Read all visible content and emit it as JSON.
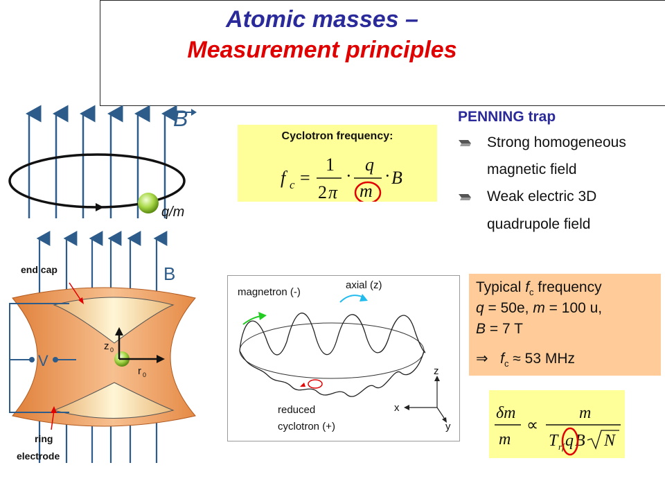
{
  "title": {
    "line1": "Atomic masses –",
    "line2": "Measurement principles"
  },
  "field_diagram": {
    "field_label": "B",
    "particle_label": "q/m"
  },
  "cyclotron": {
    "label": "Cyclotron frequency:"
  },
  "penning": {
    "title": "PENNING trap",
    "bullets": [
      {
        "line1": "Strong homogeneous",
        "line2": "magnetic field"
      },
      {
        "line1": "Weak electric 3D",
        "line2": "quadrupole field"
      }
    ]
  },
  "trap_diagram": {
    "end_cap_label": "end cap",
    "ring_line1": "ring",
    "ring_line2": "electrode",
    "field_label": "B",
    "voltage_label": "V",
    "z0": "z",
    "r0": "r",
    "sub0": "0"
  },
  "motion_diagram": {
    "magnetron": "magnetron (-)",
    "axial": "axial (z)",
    "reduced_line1": "reduced",
    "reduced_line2": "cyclotron (+)",
    "axis_z": "z",
    "axis_x": "x",
    "axis_y": "y"
  },
  "typical": {
    "heading_pre": "Typical ",
    "heading_f": "f",
    "heading_sub": "c",
    "heading_post": " frequency",
    "q_part": "q",
    "q_val": " = 50e, ",
    "m_part": "m",
    "m_val": "  = 100 u,",
    "b_part": "B",
    "b_val": " = 7 T",
    "arrow": "⇒",
    "result_f": "f",
    "result_sub": "c",
    "result_val": " ≈ 53 MHz"
  },
  "colors": {
    "title_blue": "#2a2a9a",
    "title_red": "#e00000",
    "field_line_blue": "#2e5c8a",
    "formula_yellow": "#ffff99",
    "typical_orange": "#ffcc99",
    "trap_orange": "#f0a060",
    "ion_green": "#99cc33",
    "highlight_red": "#e00000"
  }
}
